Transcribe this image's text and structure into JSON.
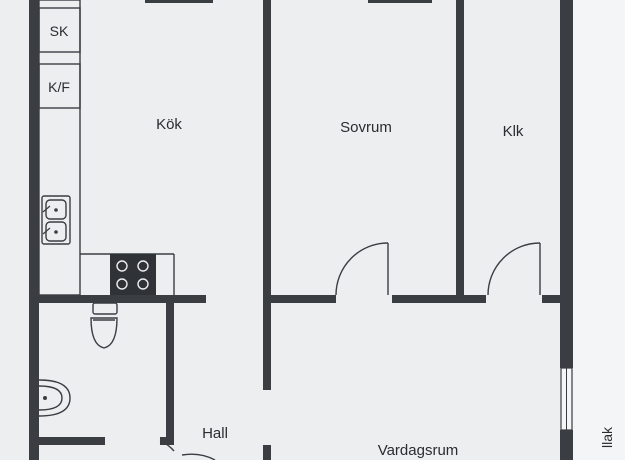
{
  "rooms": {
    "kitchen": "Kök",
    "bedroom": "Sovrum",
    "small_room": "Klk",
    "hall": "Hall",
    "living_room": "Vardagsrum"
  },
  "cabinets": {
    "storage": "SK",
    "fridge_freezer": "K/F"
  },
  "edge_text": "llak",
  "colors": {
    "paper": "#eceef0",
    "wall": "#3a3d42",
    "right_strip": "#f4f5f6"
  }
}
